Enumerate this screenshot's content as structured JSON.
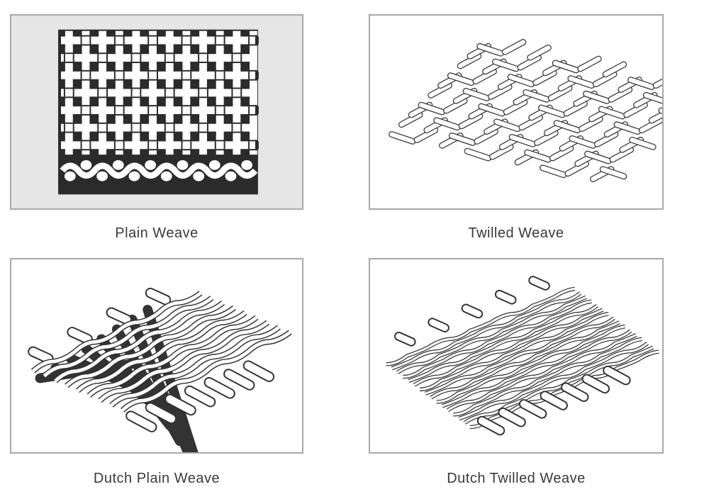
{
  "panels": [
    {
      "id": "plain-weave",
      "caption": "Plain Weave"
    },
    {
      "id": "twilled-weave",
      "caption": "Twilled Weave"
    },
    {
      "id": "dutch-plain-weave",
      "caption": "Dutch Plain Weave"
    },
    {
      "id": "dutch-twilled-weave",
      "caption": "Dutch Twilled Weave"
    }
  ],
  "colors": {
    "panel_border": "#a8a8a8",
    "plain_background": "#2b2b2b",
    "wire_fill": "#ffffff",
    "wire_outline": "#333333",
    "caption_text": "#3a3a3a"
  }
}
